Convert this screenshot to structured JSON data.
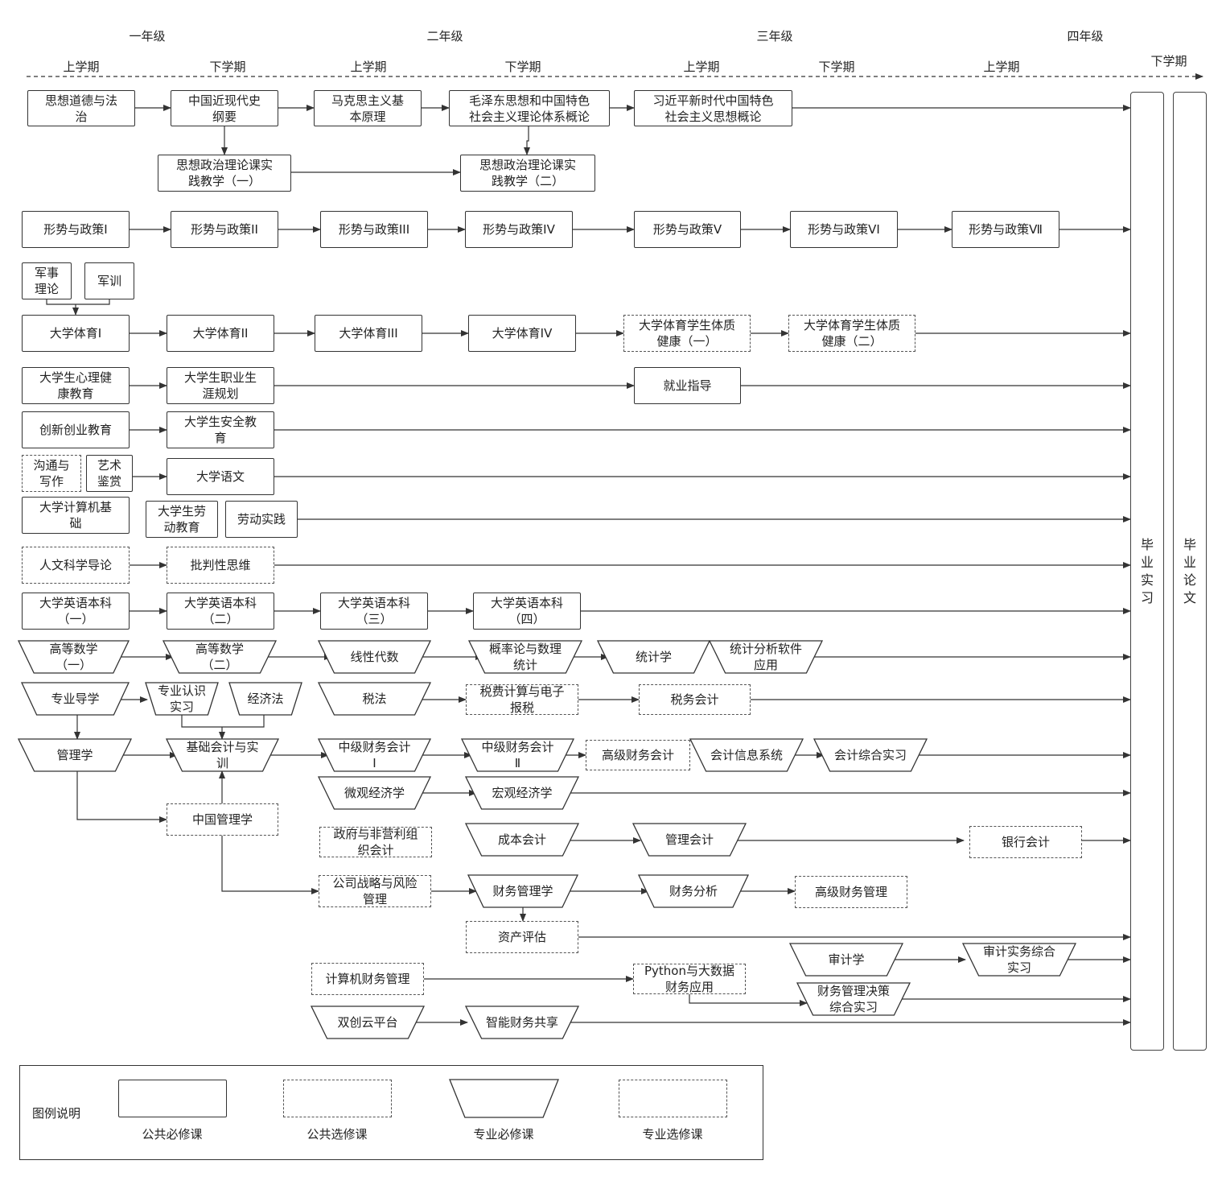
{
  "years": [
    "一年级",
    "二年级",
    "三年级",
    "四年级"
  ],
  "semesters": [
    "上学期",
    "下学期",
    "上学期",
    "下学期",
    "上学期",
    "下学期",
    "上学期",
    "下学期"
  ],
  "final": {
    "internship": "毕\n业\n实\n习",
    "thesis": "毕\n业\n论\n文"
  },
  "nodes": [
    {
      "text": "思想道德与法\n治",
      "type": "solid"
    },
    {
      "text": "中国近现代史\n纲要",
      "type": "solid"
    },
    {
      "text": "马克思主义基\n本原理",
      "type": "solid"
    },
    {
      "text": "毛泽东思想和中国特色\n社会主义理论体系概论",
      "type": "solid"
    },
    {
      "text": "习近平新时代中国特色\n社会主义思想概论",
      "type": "solid"
    },
    {
      "text": "思想政治理论课实\n践教学（一）",
      "type": "solid"
    },
    {
      "text": "思想政治理论课实\n践教学（二）",
      "type": "solid"
    },
    {
      "text": "形势与政策Ⅰ",
      "type": "solid"
    },
    {
      "text": "形势与政策II",
      "type": "solid"
    },
    {
      "text": "形势与政策III",
      "type": "solid"
    },
    {
      "text": "形势与政策IV",
      "type": "solid"
    },
    {
      "text": "形势与政策V",
      "type": "solid"
    },
    {
      "text": "形势与政策VI",
      "type": "solid"
    },
    {
      "text": "形势与政策Ⅶ",
      "type": "solid"
    },
    {
      "text": "军事\n理论",
      "type": "solid"
    },
    {
      "text": "军训",
      "type": "solid"
    },
    {
      "text": "大学体育I",
      "type": "solid"
    },
    {
      "text": "大学体育II",
      "type": "solid"
    },
    {
      "text": "大学体育III",
      "type": "solid"
    },
    {
      "text": "大学体育IV",
      "type": "solid"
    },
    {
      "text": "大学体育学生体质\n健康（一）",
      "type": "dashed"
    },
    {
      "text": "大学体育学生体质\n健康（二）",
      "type": "dashed"
    },
    {
      "text": "大学生心理健\n康教育",
      "type": "solid"
    },
    {
      "text": "大学生职业生\n涯规划",
      "type": "solid"
    },
    {
      "text": "就业指导",
      "type": "solid"
    },
    {
      "text": "创新创业教育",
      "type": "solid"
    },
    {
      "text": "大学生安全教\n育",
      "type": "solid"
    },
    {
      "text": "沟通与\n写作",
      "type": "dashed"
    },
    {
      "text": "艺术\n鉴赏",
      "type": "solid"
    },
    {
      "text": "大学语文",
      "type": "solid"
    },
    {
      "text": "大学计算机基\n础",
      "type": "solid"
    },
    {
      "text": "大学生劳\n动教育",
      "type": "solid"
    },
    {
      "text": "劳动实践",
      "type": "solid"
    },
    {
      "text": "人文科学导论",
      "type": "dashed"
    },
    {
      "text": "批判性思维",
      "type": "dashed"
    },
    {
      "text": "大学英语本科\n（一）",
      "type": "solid"
    },
    {
      "text": "大学英语本科\n（二）",
      "type": "solid"
    },
    {
      "text": "大学英语本科\n（三）",
      "type": "solid"
    },
    {
      "text": "大学英语本科\n（四）",
      "type": "solid"
    },
    {
      "text": "高等数学\n（一）",
      "type": "trap"
    },
    {
      "text": "高等数学\n（二）",
      "type": "trap"
    },
    {
      "text": "线性代数",
      "type": "trap"
    },
    {
      "text": "概率论与数理\n统计",
      "type": "trap"
    },
    {
      "text": "统计学",
      "type": "trap"
    },
    {
      "text": "统计分析软件\n应用",
      "type": "trap"
    },
    {
      "text": "专业导学",
      "type": "trap"
    },
    {
      "text": "专业认识\n实习",
      "type": "trap"
    },
    {
      "text": "经济法",
      "type": "trap"
    },
    {
      "text": "税法",
      "type": "trap"
    },
    {
      "text": "税费计算与电子\n报税",
      "type": "dashed"
    },
    {
      "text": "税务会计",
      "type": "dashed"
    },
    {
      "text": "管理学",
      "type": "trap"
    },
    {
      "text": "基础会计与实\n训",
      "type": "trap"
    },
    {
      "text": "中级财务会计\nⅠ",
      "type": "trap"
    },
    {
      "text": "中级财务会计\nⅡ",
      "type": "trap"
    },
    {
      "text": "高级财务会计",
      "type": "dashed"
    },
    {
      "text": "会计信息系统",
      "type": "trap"
    },
    {
      "text": "会计综合实习",
      "type": "trap"
    },
    {
      "text": "微观经济学",
      "type": "trap"
    },
    {
      "text": "宏观经济学",
      "type": "trap"
    },
    {
      "text": "中国管理学",
      "type": "dashed"
    },
    {
      "text": "政府与非营利组\n织会计",
      "type": "dashed"
    },
    {
      "text": "成本会计",
      "type": "trap"
    },
    {
      "text": "管理会计",
      "type": "trap"
    },
    {
      "text": "银行会计",
      "type": "dashed"
    },
    {
      "text": "公司战略与风险\n管理",
      "type": "dashed"
    },
    {
      "text": "财务管理学",
      "type": "trap"
    },
    {
      "text": "财务分析",
      "type": "trap"
    },
    {
      "text": "高级财务管理",
      "type": "dashed"
    },
    {
      "text": "资产评估",
      "type": "dashed"
    },
    {
      "text": "审计学",
      "type": "trap"
    },
    {
      "text": "审计实务综合\n实习",
      "type": "trap"
    },
    {
      "text": "计算机财务管理",
      "type": "dashed"
    },
    {
      "text": "Python与大数据\n财务应用",
      "type": "dashed"
    },
    {
      "text": "财务管理决策\n综合实习",
      "type": "trap"
    },
    {
      "text": "双创云平台",
      "type": "trap"
    },
    {
      "text": "智能财务共享",
      "type": "trap"
    }
  ],
  "legend": {
    "title": "图例说明",
    "items": [
      {
        "label": "公共必修课",
        "type": "solid"
      },
      {
        "label": "公共选修课",
        "type": "dashed"
      },
      {
        "label": "专业必修课",
        "type": "trap"
      },
      {
        "label": "专业选修课",
        "type": "dashed"
      }
    ]
  }
}
